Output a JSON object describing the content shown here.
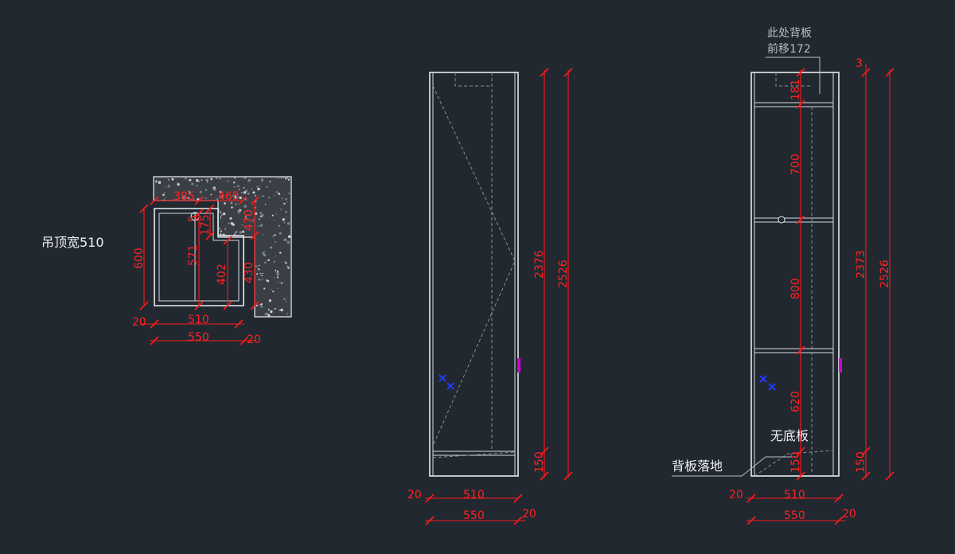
{
  "labels": {
    "ceiling_width": "吊顶宽510",
    "backboard_note_line1": "此处背板",
    "backboard_note_line2": "前移172",
    "no_bottom_board": "无底板",
    "backboard_floor": "背板落地"
  },
  "plan_dims": {
    "d385": "385",
    "d465": "465",
    "d600": "600",
    "d571": "571",
    "d175": "175",
    "d5": "5",
    "d470": "470",
    "d402": "402",
    "d430": "430",
    "d20a": "20",
    "d510": "510",
    "d550": "550",
    "d20b": "20"
  },
  "mid_dims": {
    "d2376": "2376",
    "d2526": "2526",
    "d150": "150",
    "d20a": "20",
    "d510": "510",
    "d550": "550",
    "d20b": "20"
  },
  "right_dims": {
    "d3": "3",
    "d181": "181",
    "d700": "700",
    "d800": "800",
    "d620": "620",
    "d150a": "150",
    "d150b": "150",
    "d2373": "2373",
    "d2526": "2526",
    "d20a": "20",
    "d510": "510",
    "d550": "550",
    "d20b": "20"
  },
  "colors": {
    "background": "#212830",
    "dimension": "#ff1a1a",
    "outline": "#e9ecef",
    "handle": "#d000d0",
    "hinge_marker": "#1f3bff"
  }
}
